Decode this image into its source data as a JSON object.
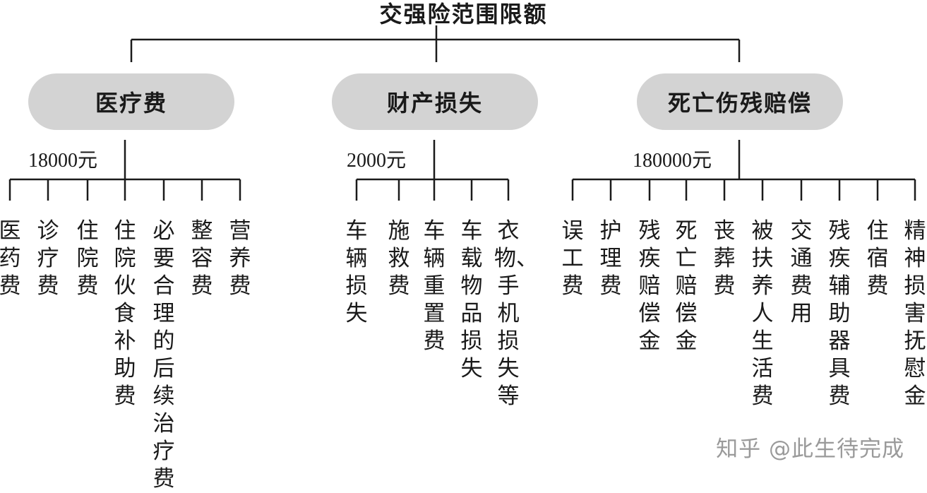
{
  "title": "交强险范围限额",
  "categories": [
    {
      "name": "医疗费",
      "limit": "18000元",
      "items": [
        "医药费",
        "诊疗费",
        "住院费",
        "住院伙食补助费",
        "必要合理的后续治疗费",
        "整容费",
        "营养费"
      ]
    },
    {
      "name": "财产损失",
      "limit": "2000元",
      "items": [
        "车辆损失",
        "施救费",
        "车辆重置费",
        "车载物品损失",
        "衣物、手机损失等"
      ]
    },
    {
      "name": "死亡伤残赔偿",
      "limit": "180000元",
      "items": [
        "误工费",
        "护理费",
        "残疾赔偿金",
        "死亡赔偿金",
        "丧葬费",
        "被扶养人生活费",
        "交通费用",
        "残疾辅助器具费",
        "住宿费",
        "精神损害抚慰金"
      ]
    }
  ],
  "watermark": "知乎 @此生待完成"
}
